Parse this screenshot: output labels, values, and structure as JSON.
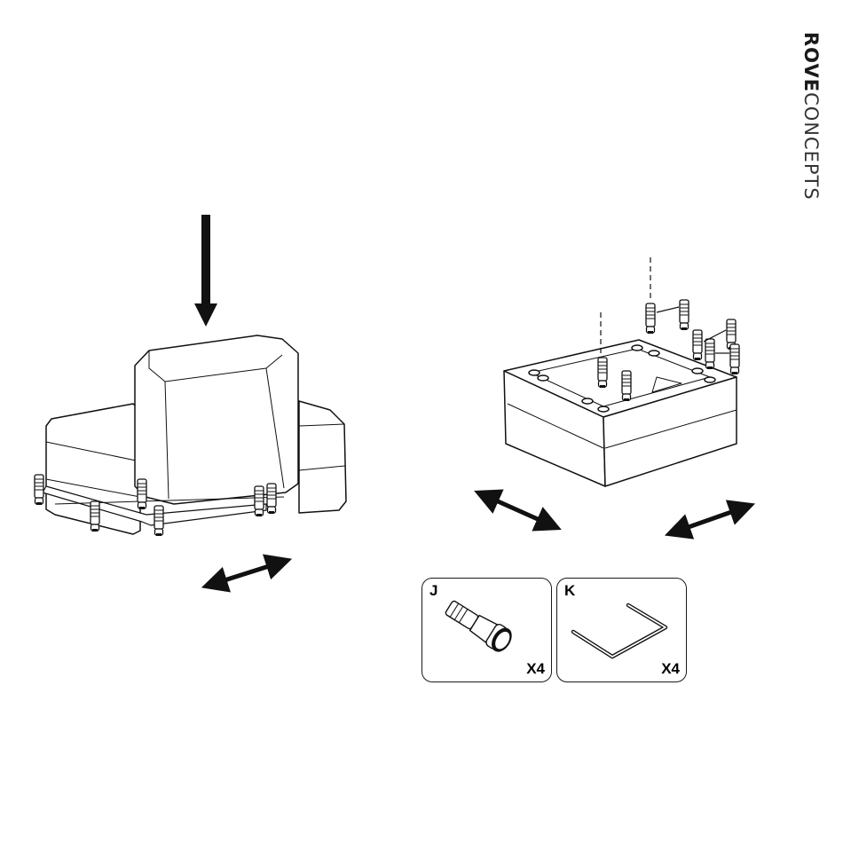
{
  "brand": {
    "bold": "ROVE",
    "light": "CONCEPTS"
  },
  "parts": [
    {
      "letter": "J",
      "quantity": "X4",
      "icon": "leg-connector-peg"
    },
    {
      "letter": "K",
      "quantity": "X4",
      "icon": "u-shaped-bracket"
    }
  ]
}
